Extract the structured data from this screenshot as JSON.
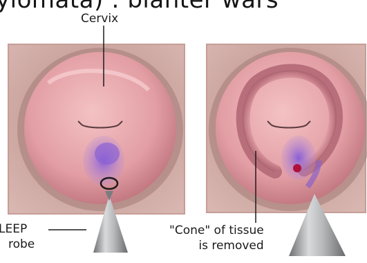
{
  "heading": "ylomata) : blanter wars",
  "labels": {
    "cervix": "Cervix",
    "leep_line1": "LEEP",
    "leep_line2": "robe",
    "cone_line1": "\"Cone\" of tissue",
    "cone_line2": "is removed"
  },
  "colors": {
    "panel_bg": "#d6a8a4",
    "cervix": "#e3a4a8",
    "lesion": "#9b6fd3",
    "probe": "#a7a8aa"
  }
}
